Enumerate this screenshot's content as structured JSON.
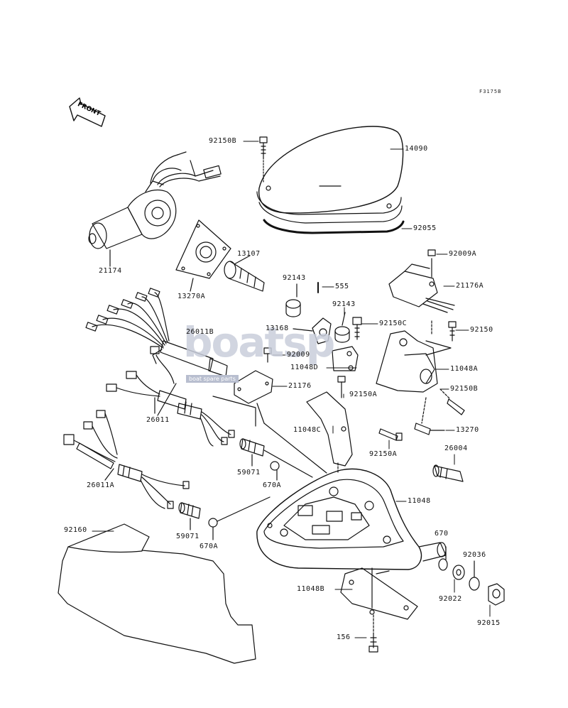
{
  "diagram_code": "F3175B",
  "front_label": "FRONT",
  "watermark": {
    "brand": "boatsp",
    "tagline": "boat spare parts"
  },
  "parts": [
    {
      "id": "p92150B_1",
      "label": "92150B"
    },
    {
      "id": "p14090",
      "label": "14090"
    },
    {
      "id": "p92055",
      "label": "92055"
    },
    {
      "id": "p21174",
      "label": "21174"
    },
    {
      "id": "p13107",
      "label": "13107"
    },
    {
      "id": "p13270A",
      "label": "13270A"
    },
    {
      "id": "p92143_1",
      "label": "92143"
    },
    {
      "id": "p555",
      "label": "555"
    },
    {
      "id": "p92009A",
      "label": "92009A"
    },
    {
      "id": "p21176A",
      "label": "21176A"
    },
    {
      "id": "p92143_2",
      "label": "92143"
    },
    {
      "id": "p13168",
      "label": "13168"
    },
    {
      "id": "p92150C",
      "label": "92150C"
    },
    {
      "id": "p92150",
      "label": "92150"
    },
    {
      "id": "p26011B",
      "label": "26011B"
    },
    {
      "id": "p92009",
      "label": "92009"
    },
    {
      "id": "p11048D",
      "label": "11048D"
    },
    {
      "id": "p11048A",
      "label": "11048A"
    },
    {
      "id": "p21176",
      "label": "21176"
    },
    {
      "id": "p92150A_1",
      "label": "92150A"
    },
    {
      "id": "p92150B_2",
      "label": "92150B"
    },
    {
      "id": "p26011",
      "label": "26011"
    },
    {
      "id": "p11048C",
      "label": "11048C"
    },
    {
      "id": "p13270",
      "label": "13270"
    },
    {
      "id": "p92150A_2",
      "label": "92150A"
    },
    {
      "id": "p26004",
      "label": "26004"
    },
    {
      "id": "p59071_1",
      "label": "59071"
    },
    {
      "id": "p670A_1",
      "label": "670A"
    },
    {
      "id": "p26011A",
      "label": "26011A"
    },
    {
      "id": "p11048",
      "label": "11048"
    },
    {
      "id": "p92160",
      "label": "92160"
    },
    {
      "id": "p59071_2",
      "label": "59071"
    },
    {
      "id": "p670A_2",
      "label": "670A"
    },
    {
      "id": "p670",
      "label": "670"
    },
    {
      "id": "p92036",
      "label": "92036"
    },
    {
      "id": "p11048B",
      "label": "11048B"
    },
    {
      "id": "p92022",
      "label": "92022"
    },
    {
      "id": "p92015",
      "label": "92015"
    },
    {
      "id": "p156",
      "label": "156"
    }
  ]
}
